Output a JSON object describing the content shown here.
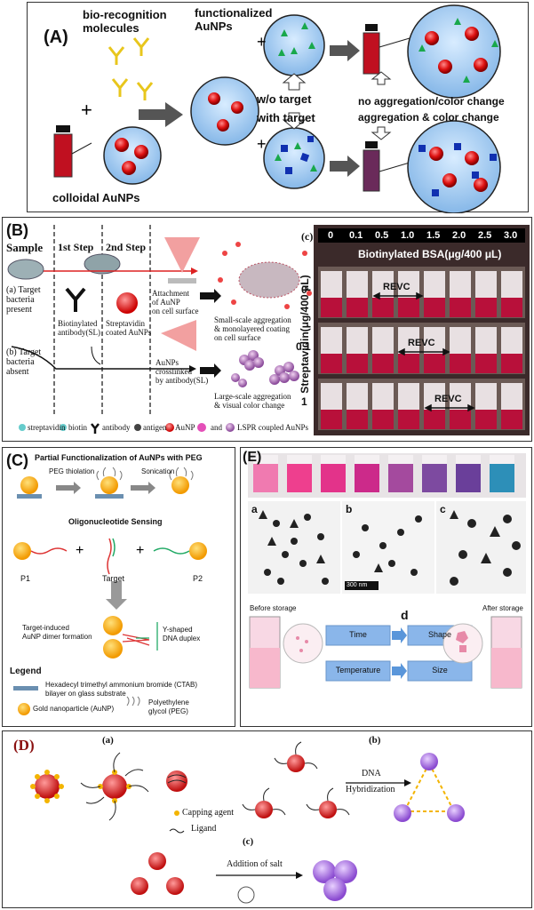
{
  "panelA": {
    "label": "(A)",
    "bio_recognition": "bio-recognition\nmolecules",
    "functionalized": "functionalized\nAuNPs",
    "wo_target": "w/o target",
    "with_target": "with target",
    "no_aggregation": "no aggregation/color change",
    "aggregation": "aggregation & color change",
    "colloidal": "colloidal AuNPs"
  },
  "panelB": {
    "label": "(B)",
    "sample": "Sample",
    "step1": "1st Step",
    "step2": "2nd Step",
    "a_present": "(a) Target\nbacteria\npresent",
    "b_absent": "(b) Target\nbacteria\nabsent",
    "biotinylated_ab": "Biotinylated\nantibody(SL)",
    "streptavidin_coated": "Streptavidin\ncoated AuNPs",
    "attachment": "Attachment\nof AuNP\non cell surface",
    "crosslinked": "AuNPs\ncrosslinked\nby antibody(SL)",
    "small_scale": "Small-scale aggregation\n& monolayered coating\non cell surface",
    "large_scale": "Large-scale aggregation\n& visual color change",
    "legend": [
      "streptavidin",
      "biotin",
      "antibody",
      "antigen",
      "AuNP",
      "and",
      "LSPR coupled AuNPs"
    ],
    "c_label": "(c)",
    "conc": [
      "0",
      "0.1",
      "0.5",
      "1.0",
      "1.5",
      "2.0",
      "2.5",
      "3.0"
    ],
    "bsa_title": "Biotinylated BSA(μg/400 μL)",
    "strep_axis": "Streptavidin(μg/400 μL)",
    "rows": [
      "0",
      "0.1",
      "1"
    ],
    "revc": "REVC"
  },
  "panelC": {
    "label": "(C)",
    "title": "Partial Functionalization of AuNPs with PEG",
    "peg_thiolation": "PEG thiolation",
    "sonication": "Sonication",
    "oligo": "Oligonucleotide Sensing",
    "p1": "P1",
    "target": "Target",
    "p2": "P2",
    "dimer": "Target-induced\nAuNP dimer formation",
    "yshaped": "Y-shaped\nDNA duplex",
    "legend_title": "Legend",
    "ctab": "Hexadecyl trimethyl ammonium bromide (CTAB)\nbilayer on glass substrate",
    "aunp": "Gold nanoparticle (AuNP)",
    "peg": "Polyethylene\nglycol (PEG)"
  },
  "panelE": {
    "label": "(E)",
    "a": "a",
    "b": "b",
    "c": "c",
    "scale": "300 nm",
    "before": "Before storage",
    "after": "After storage",
    "d": "d",
    "time": "Time",
    "shape": "Shape",
    "temperature": "Temperature",
    "size": "Size",
    "vial_colors": [
      "#f07ab0",
      "#ee3f8e",
      "#e3338a",
      "#cc2a8a",
      "#a44a9e",
      "#7d4aa0",
      "#6a3f9a",
      "#2d8fb8"
    ]
  },
  "panelD": {
    "label": "(D)",
    "a": "(a)",
    "b": "(b)",
    "c": "(c)",
    "capping": "Capping agent",
    "ligand": "Ligand",
    "dna": "DNA",
    "hybridization": "Hybridization",
    "salt": "Addition of salt"
  }
}
